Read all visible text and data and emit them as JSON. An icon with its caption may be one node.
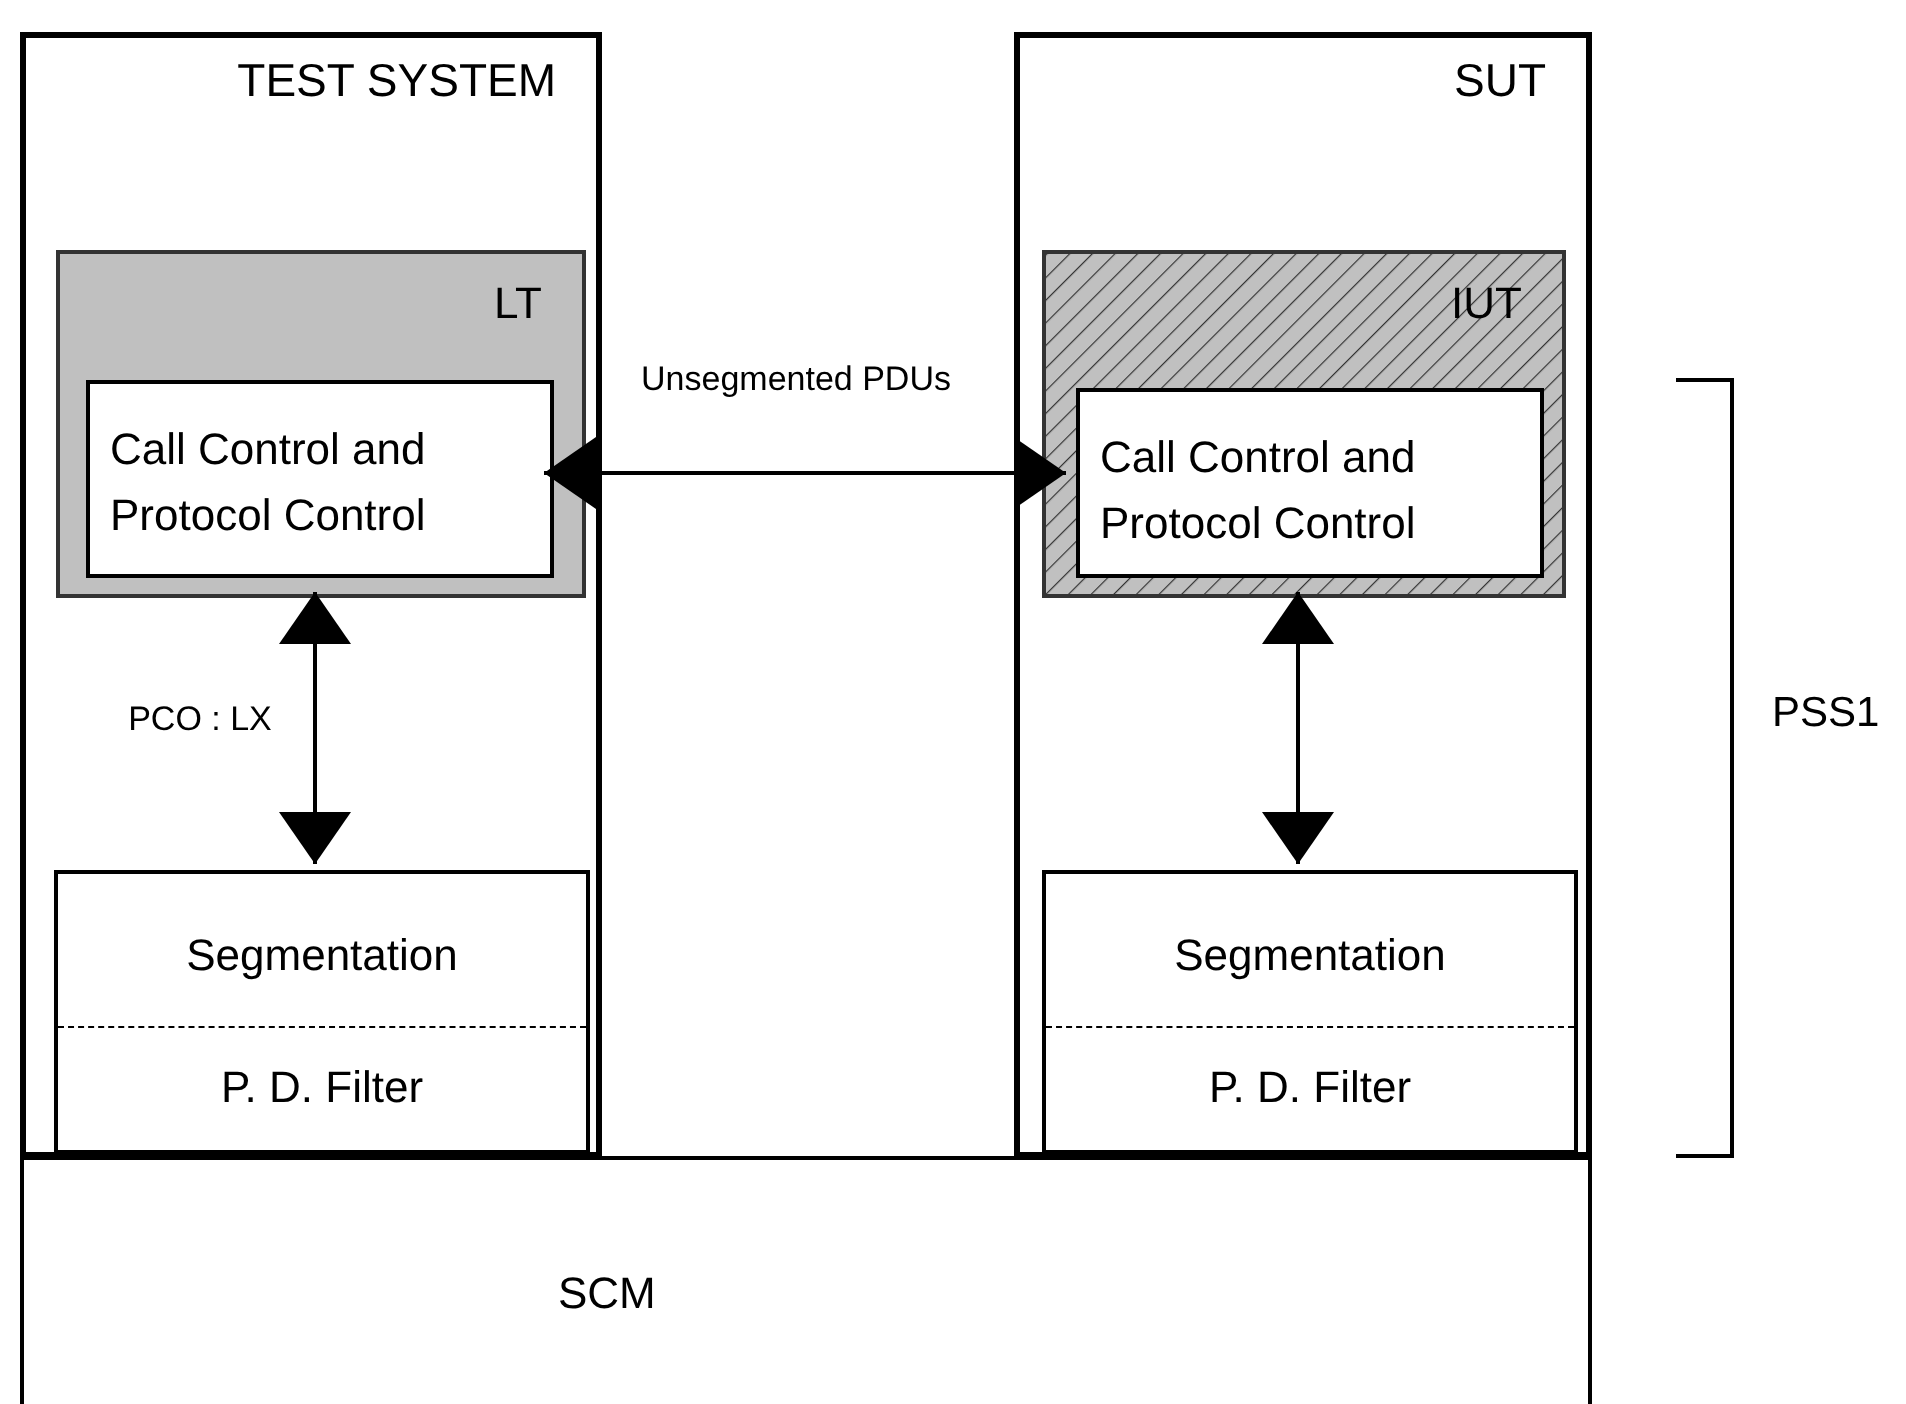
{
  "diagram": {
    "nodes": [
      {
        "text": [
          "TEST SYSTEM"
        ]
      },
      {
        "text": [
          "LT"
        ],
        "in": 0
      },
      {
        "text": [
          "Call Control and Protocol Control"
        ],
        "in": 1
      },
      {
        "text": [
          "Segmentation",
          "P. D. Filter"
        ],
        "in": 0
      },
      {
        "text": [
          "SUT"
        ]
      },
      {
        "text": [
          "IUT"
        ],
        "in": 4
      },
      {
        "text": [
          "Call Control and Protocol Control"
        ],
        "in": 5
      },
      {
        "text": [
          "Segmentation",
          "P. D. Filter"
        ],
        "in": 4
      },
      {
        "text": [
          "SCM"
        ]
      }
    ],
    "edges": [
      {
        "from": 2,
        "to": 6,
        "arrow": "both",
        "label": "Unsegmented PDUs"
      },
      {
        "from": 1,
        "to": 3,
        "arrow": "both",
        "label": "PCO : LX"
      },
      {
        "from": 5,
        "to": 7,
        "arrow": "both"
      }
    ],
    "labels": [
      "PSS1"
    ]
  }
}
